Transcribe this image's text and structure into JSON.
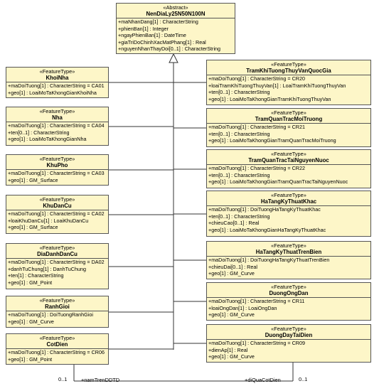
{
  "abstract": {
    "stereotype": "«Abstract»",
    "name": "NenDiaLy25N50N100N",
    "attributes": [
      "+maNhanDang[1] : CharacterString",
      "+phienBan[1] : Integer",
      "+ngayPhienBan[1] : DateTime",
      "+giaTriDoChinhXacMatPhang[1] : Real",
      "+nguyenNhanThayDoi[0..1] : CharacterString"
    ]
  },
  "left_classes": [
    {
      "stereotype": "«FeatureType»",
      "name": "KhoiNha",
      "attributes": [
        "+maDoiTuong[1] : CharacterString = CA01",
        "+geo[1] : LoaiMoTaKhongGianKhoiNha"
      ]
    },
    {
      "stereotype": "«FeatureType»",
      "name": "Nha",
      "attributes": [
        "+maDoiTuong[1] : CharacterString = CA04",
        "+ten[0..1] : CharacterString",
        "+geo[1] : LoaiMoTaKhongGianNha"
      ]
    },
    {
      "stereotype": "«FeatureType»",
      "name": "KhuPho",
      "attributes": [
        "+maDoiTuong[1] : CharacterString = CA03",
        "+geo[1] : GM_Surface"
      ]
    },
    {
      "stereotype": "«FeatureType»",
      "name": "KhuDanCu",
      "attributes": [
        "+maDoiTuong[1] : CharacterString = CA02",
        "+loaiKhuDanCu[1] : LoaiKhuDanCu",
        "+geo[1] : GM_Surface"
      ]
    },
    {
      "stereotype": "«FeatureType»",
      "name": "DiaDanhDanCu",
      "attributes": [
        "+maDoiTuong[1] : CharacterString = DA02",
        "+danhTuChung[1] : DanhTuChung",
        "+ten[1] : CharacterString",
        "+geo[1] : GM_Point"
      ]
    },
    {
      "stereotype": "«FeatureType»",
      "name": "RanhGioi",
      "attributes": [
        "+maDoiTuong[1] : DoiTuongRanhGioi",
        "+geo[1] : GM_Curve"
      ]
    },
    {
      "stereotype": "«FeatureType»",
      "name": "CotDien",
      "attributes": [
        "+maDoiTuong[1] : CharacterString = CR06",
        "+geo[1] : GM_Point"
      ]
    }
  ],
  "right_classes": [
    {
      "stereotype": "«FeatureType»",
      "name": "TramKhiTuongThuyVanQuocGia",
      "attributes": [
        "+maDoiTuong[1] : CharacterString = CR20",
        "+loaiTramKhiTuongThuyVan[1] : LoaiTramKhiTuongThuyVan",
        "+ten[0..1] : CharacterString",
        "+geo[1] : LoaiMoTaKhongGianTramKhiTuongThuyVan"
      ]
    },
    {
      "stereotype": "«FeatureType»",
      "name": "TramQuanTracMoiTruong",
      "attributes": [
        "+maDoiTuong[1] : CharacterString = CR21",
        "+ten[0..1] : CharacterString",
        "+geo[1] : LoaiMoTaKhongGianTramQuanTracMoiTruong"
      ]
    },
    {
      "stereotype": "«FeatureType»",
      "name": "TramQuanTracTaiNguyenNuoc",
      "attributes": [
        "+maDoiTuong[1] : CharacterString = CR22",
        "+ten[0..1] : CharacterString",
        "+geo[1] : LoaiMoTaKhongGianTramQuanTracTaiNguyenNuoc"
      ]
    },
    {
      "stereotype": "«FeatureType»",
      "name": "HaTangKyThuatKhac",
      "attributes": [
        "+maDoiTuong[1] : DoiTuongHaTangKyThuatKhac",
        "+ten[0..1] : CharacterString",
        "+chieuCao[0..1] : Real",
        "+geo[1] : LoaiMoTaKhongGianHaTangKyThuatKhac"
      ]
    },
    {
      "stereotype": "«FeatureType»",
      "name": "HaTangKyThuatTrenBien",
      "attributes": [
        "+maDoiTuong[1] : DoiTuongHaTangKyThuatTrenBien",
        "+chieuDai[0..1] : Real",
        "+geo[1] : GM_Curve"
      ]
    },
    {
      "stereotype": "«FeatureType»",
      "name": "DuongOngDan",
      "attributes": [
        "+maDoiTuong[1] : CharacterString = CR11",
        "+loaiOngDan[1] : LoaiOngDan",
        "+geo[1] : GM_Curve"
      ]
    },
    {
      "stereotype": "«FeatureType»",
      "name": "DuongDayTaiDien",
      "attributes": [
        "+maDoiTuong[1] : CharacterString = CR09",
        "+dienAp[1] : Real",
        "+geo[1] : GM_Curve"
      ]
    }
  ],
  "association": {
    "left_multiplicity": "0..1",
    "left_role": "+namTrenDDTD",
    "right_role": "+diQuaCotDien",
    "right_multiplicity": "0..1"
  }
}
